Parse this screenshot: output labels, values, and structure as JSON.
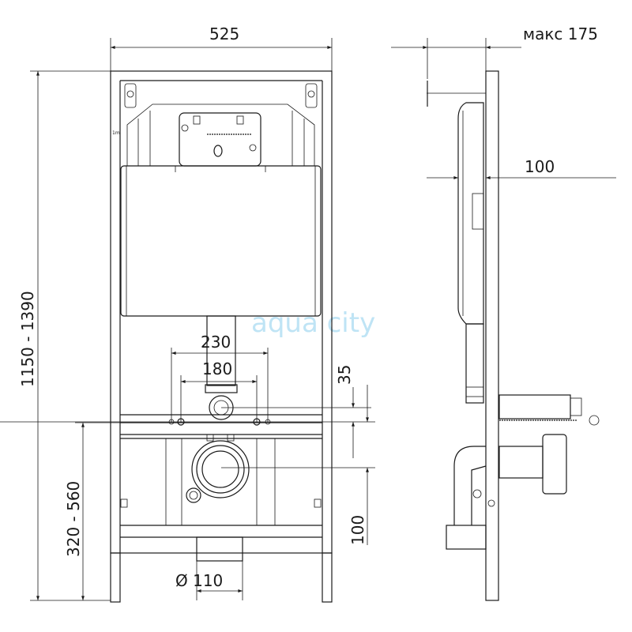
{
  "title": "Installation frame dimensional drawing",
  "front_view": {
    "width_label": "525",
    "height_label": "1150 - 1390",
    "outlet_spacing_outer": "230",
    "outlet_spacing_inner": "180",
    "inlet_offset": "35",
    "outlet_offset": "100",
    "outlet_height": "320 - 560",
    "drain_diameter": "Ø 110",
    "marker": "1m"
  },
  "side_view": {
    "depth_max": "макс 175",
    "tank_depth": "100"
  },
  "watermark": "aqua city",
  "colors": {
    "line": "#1a1a1a",
    "watermark": "#bfe4f5"
  }
}
